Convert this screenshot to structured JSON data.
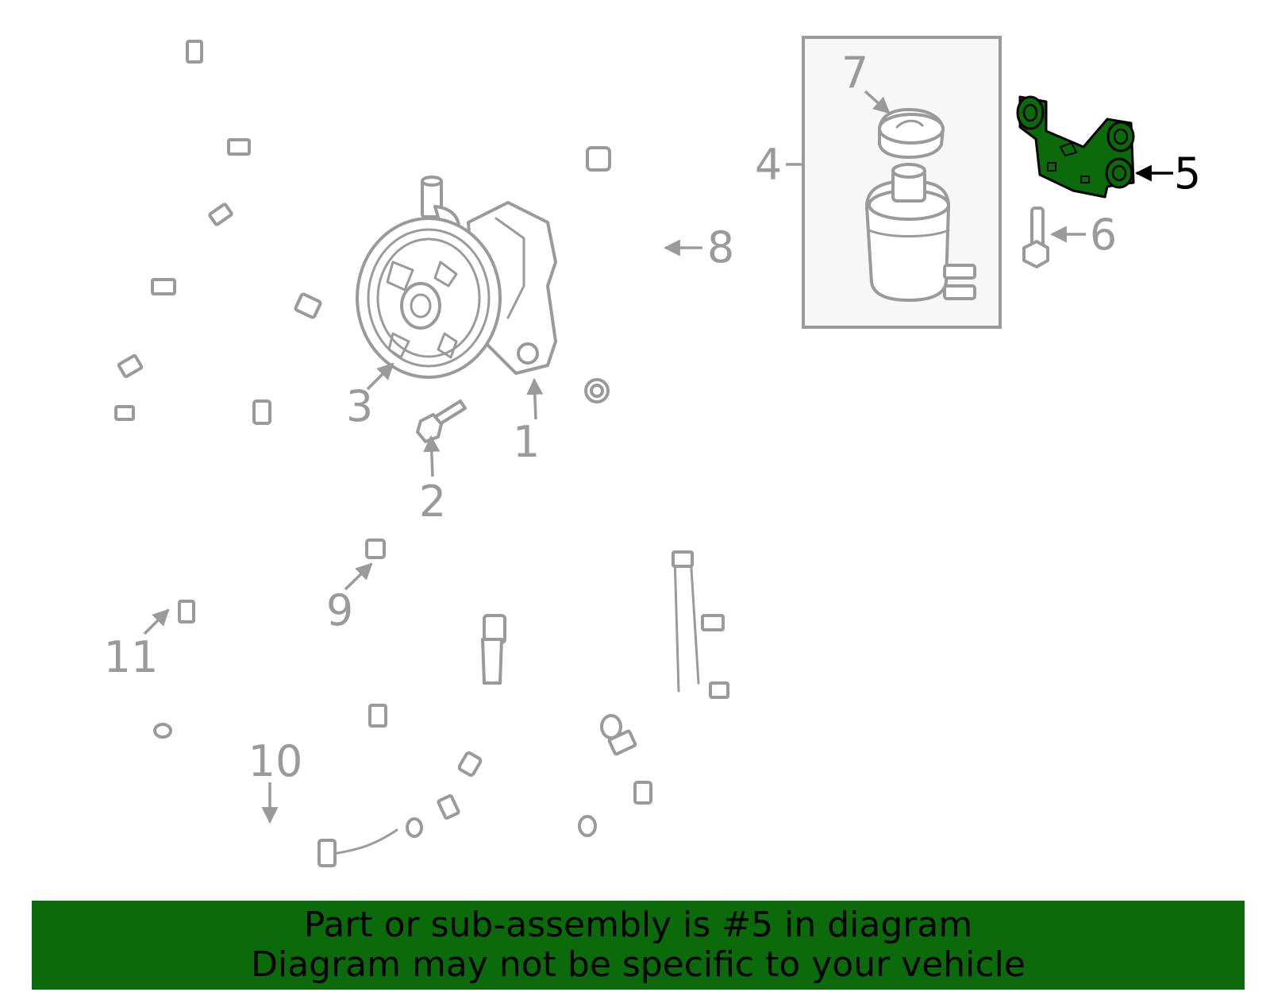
{
  "diagram": {
    "callouts": [
      "1",
      "2",
      "3",
      "4",
      "5",
      "6",
      "7",
      "8",
      "9",
      "10",
      "11"
    ],
    "highlighted_part": "5",
    "highlight_color": "#0b6b0b",
    "line_color": "#9a9a9a"
  },
  "banner": {
    "line1": "Part or sub-assembly is #5 in diagram",
    "line2": "Diagram may not be specific to your vehicle",
    "background": "#0b6b0b"
  }
}
